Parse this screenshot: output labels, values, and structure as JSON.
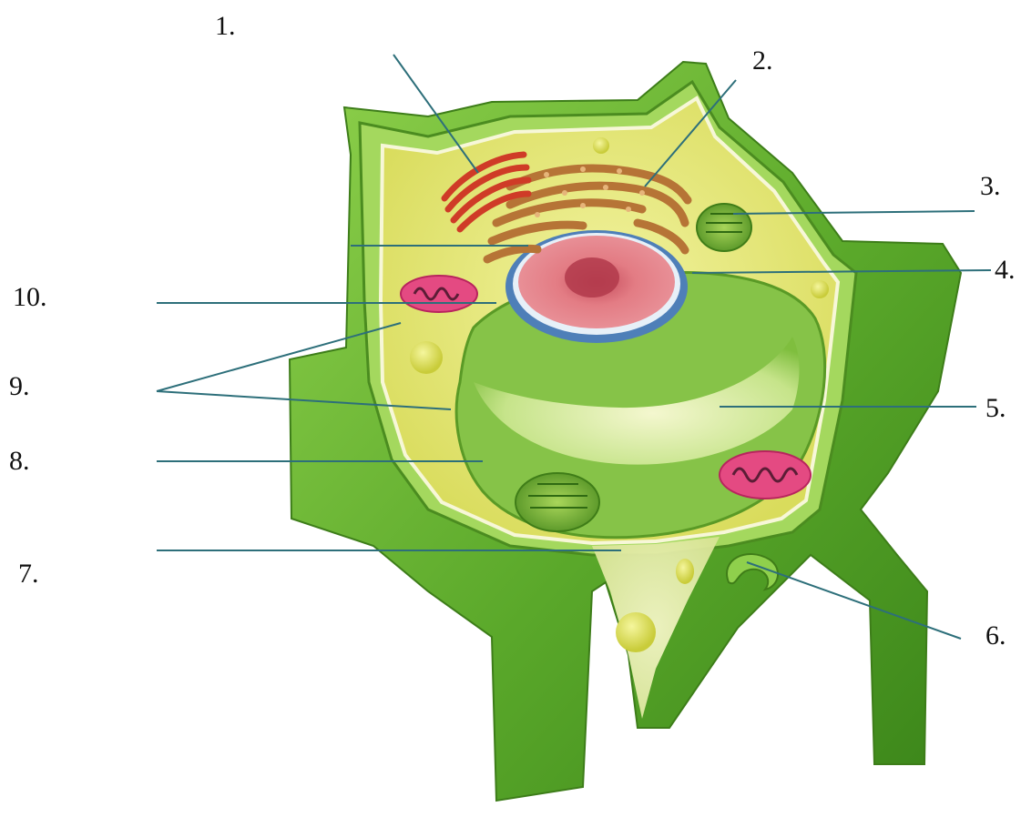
{
  "labels": {
    "l1": "1.",
    "l2": "2.",
    "l3": "3.",
    "l4": "4.",
    "l5": "5.",
    "l6": "6.",
    "l7": "7.",
    "l8": "8.",
    "l9": "9.",
    "l10": "10."
  },
  "colors": {
    "cell_wall": "#5fa82c",
    "cell_wall_dark": "#3f8a1c",
    "cell_wall_light": "#8ccd4a",
    "cytoplasm": "#e6e87a",
    "vacuole": "#9fd25a",
    "nucleus": "#e26d78",
    "golgi": "#d7472f",
    "rough_er": "#c9894f",
    "mitochondrion": "#e0407a",
    "chloroplast": "#7cb83a",
    "leader_line": "#2d6f7a"
  }
}
